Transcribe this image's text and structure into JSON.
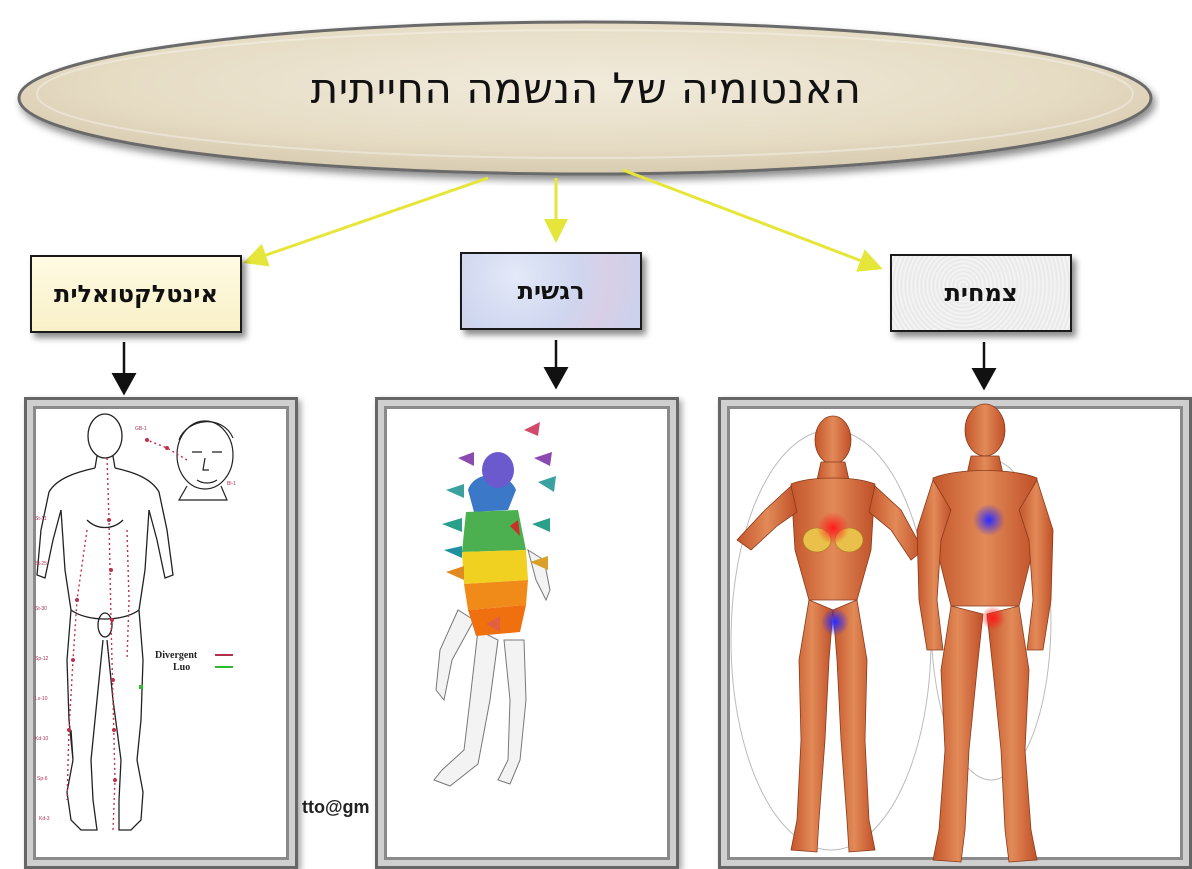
{
  "title": "האנטומיה של הנשמה החייתית",
  "categories": [
    {
      "id": "intellectual",
      "label": "אינטלקטואלית"
    },
    {
      "id": "emotional",
      "label": "רגשית"
    },
    {
      "id": "vegetative",
      "label": "צמחית"
    }
  ],
  "panel_left": {
    "legend": {
      "divergent": "Divergent",
      "luo": "Luo"
    }
  },
  "email_fragment": "tto@gm",
  "colors": {
    "connector": "#e6e63a",
    "ellipse_fill": "#e9e1cd",
    "chakra_red": "#ff1a1a",
    "chakra_blue": "#2a2aff",
    "legend_divergent": "#b03050",
    "legend_luo": "#2db82d"
  }
}
